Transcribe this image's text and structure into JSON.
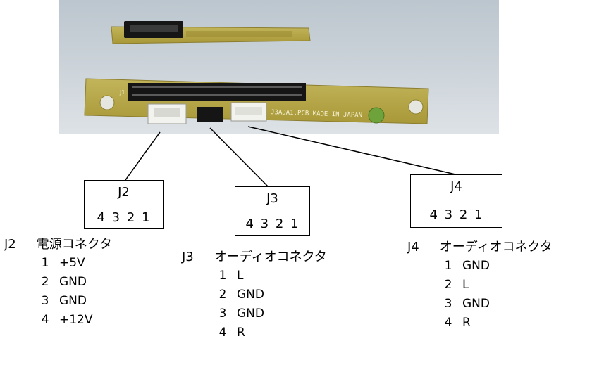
{
  "boxes": {
    "j2": {
      "title": "J2",
      "pins": "4 3 2 1"
    },
    "j3": {
      "title": "J3",
      "pins": "4 3 2 1"
    },
    "j4": {
      "title": "J4",
      "pins": "4 3 2 1"
    }
  },
  "board_print": {
    "j1": "J1",
    "model": "J3ADA1.PCB MADE IN JAPAN"
  },
  "blocks": {
    "j2": {
      "id": "J2",
      "name": "電源コネクタ",
      "rows": [
        {
          "num": "1",
          "sig": "+5V"
        },
        {
          "num": "2",
          "sig": "GND"
        },
        {
          "num": "3",
          "sig": "GND"
        },
        {
          "num": "4",
          "sig": "+12V"
        }
      ]
    },
    "j3": {
      "id": "J3",
      "name": "オーディオコネクタ",
      "rows": [
        {
          "num": "1",
          "sig": "L"
        },
        {
          "num": "2",
          "sig": "GND"
        },
        {
          "num": "3",
          "sig": "GND"
        },
        {
          "num": "4",
          "sig": "R"
        }
      ]
    },
    "j4": {
      "id": "J4",
      "name": "オーディオコネクタ",
      "rows": [
        {
          "num": "1",
          "sig": "GND"
        },
        {
          "num": "2",
          "sig": "L"
        },
        {
          "num": "3",
          "sig": "GND"
        },
        {
          "num": "4",
          "sig": "R"
        }
      ]
    }
  },
  "colors": {
    "background": "#c8d0d8",
    "pcb": "#b8a848",
    "pcb_edge": "#8c7e30",
    "header": "#1a1a1a",
    "connector_white": "#f2f2ee"
  }
}
